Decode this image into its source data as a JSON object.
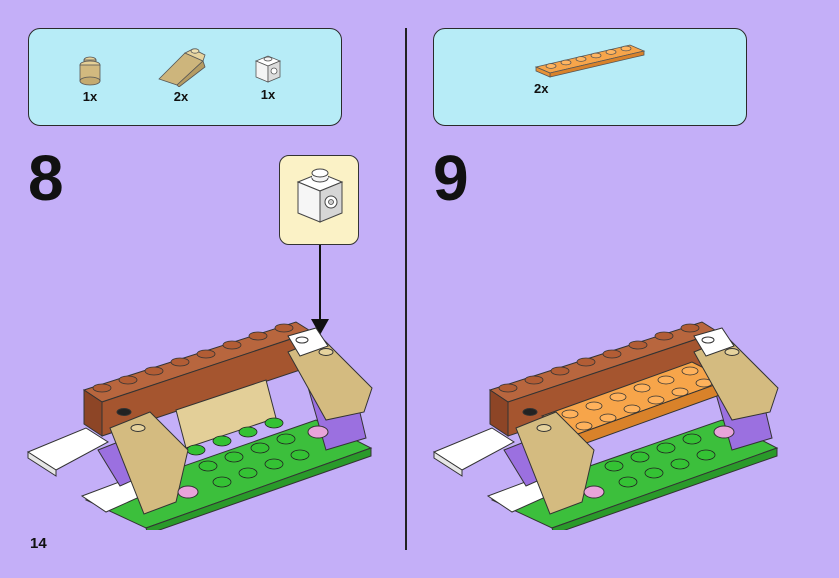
{
  "page": {
    "page_number": "14",
    "background": "#c4aff8"
  },
  "step8": {
    "number": "8",
    "parts": [
      {
        "icon": "tan-round-brick-icon",
        "qty": "1x"
      },
      {
        "icon": "tan-slope-brick-icon",
        "qty": "2x"
      },
      {
        "icon": "white-headlight-brick-icon",
        "qty": "1x"
      }
    ],
    "callout_icon": "white-headlight-brick-icon"
  },
  "step9": {
    "number": "9",
    "parts": [
      {
        "icon": "orange-plate-1x6-icon",
        "qty": "2x"
      }
    ]
  },
  "colors": {
    "parts_box": "#b7ecf7",
    "callout": "#fbf2c6",
    "green": "#3cc43c",
    "brown": "#a85a35",
    "tan": "#d9c28b",
    "lavender": "#9a6ee0",
    "orange": "#f59a3a",
    "pink": "#e8a0d8"
  }
}
